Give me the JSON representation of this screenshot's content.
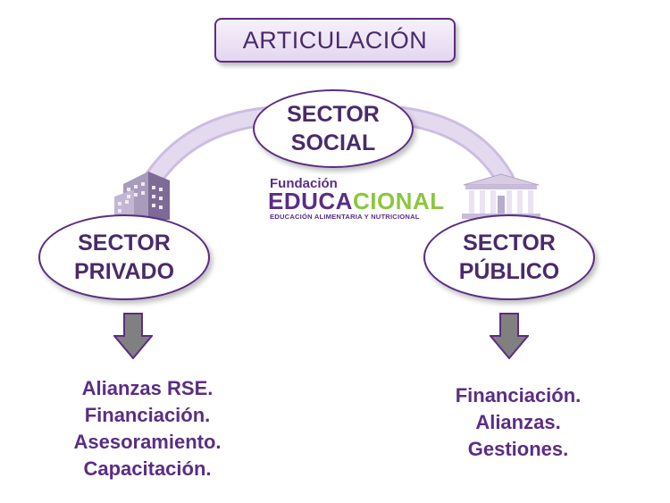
{
  "title": "ARTICULACIÓN",
  "nodes": {
    "social": [
      "SECTOR",
      "SOCIAL"
    ],
    "privado": [
      "SECTOR",
      "PRIVADO"
    ],
    "publico": [
      "SECTOR",
      "PÚBLICO"
    ]
  },
  "logo": {
    "fundacion": "Fundación",
    "name_part1": "EDUCA",
    "name_part2": "CIONAL",
    "tagline": "EDUCACIÓN ALIMENTARIA Y NUTRICIONAL"
  },
  "lists": {
    "privado": [
      "Alianzas RSE.",
      "Financiación.",
      "Asesoramiento.",
      "Capacitación."
    ],
    "publico": [
      "Financiación.",
      "Alianzas.",
      "Gestiones."
    ]
  },
  "colors": {
    "accent": "#5b2d83",
    "arc": "#dcd0ea",
    "arrow": "#808080",
    "logo_green": "#8cc63f"
  },
  "icons": [
    "office-building-icon",
    "government-building-icon",
    "down-arrow-icon"
  ]
}
